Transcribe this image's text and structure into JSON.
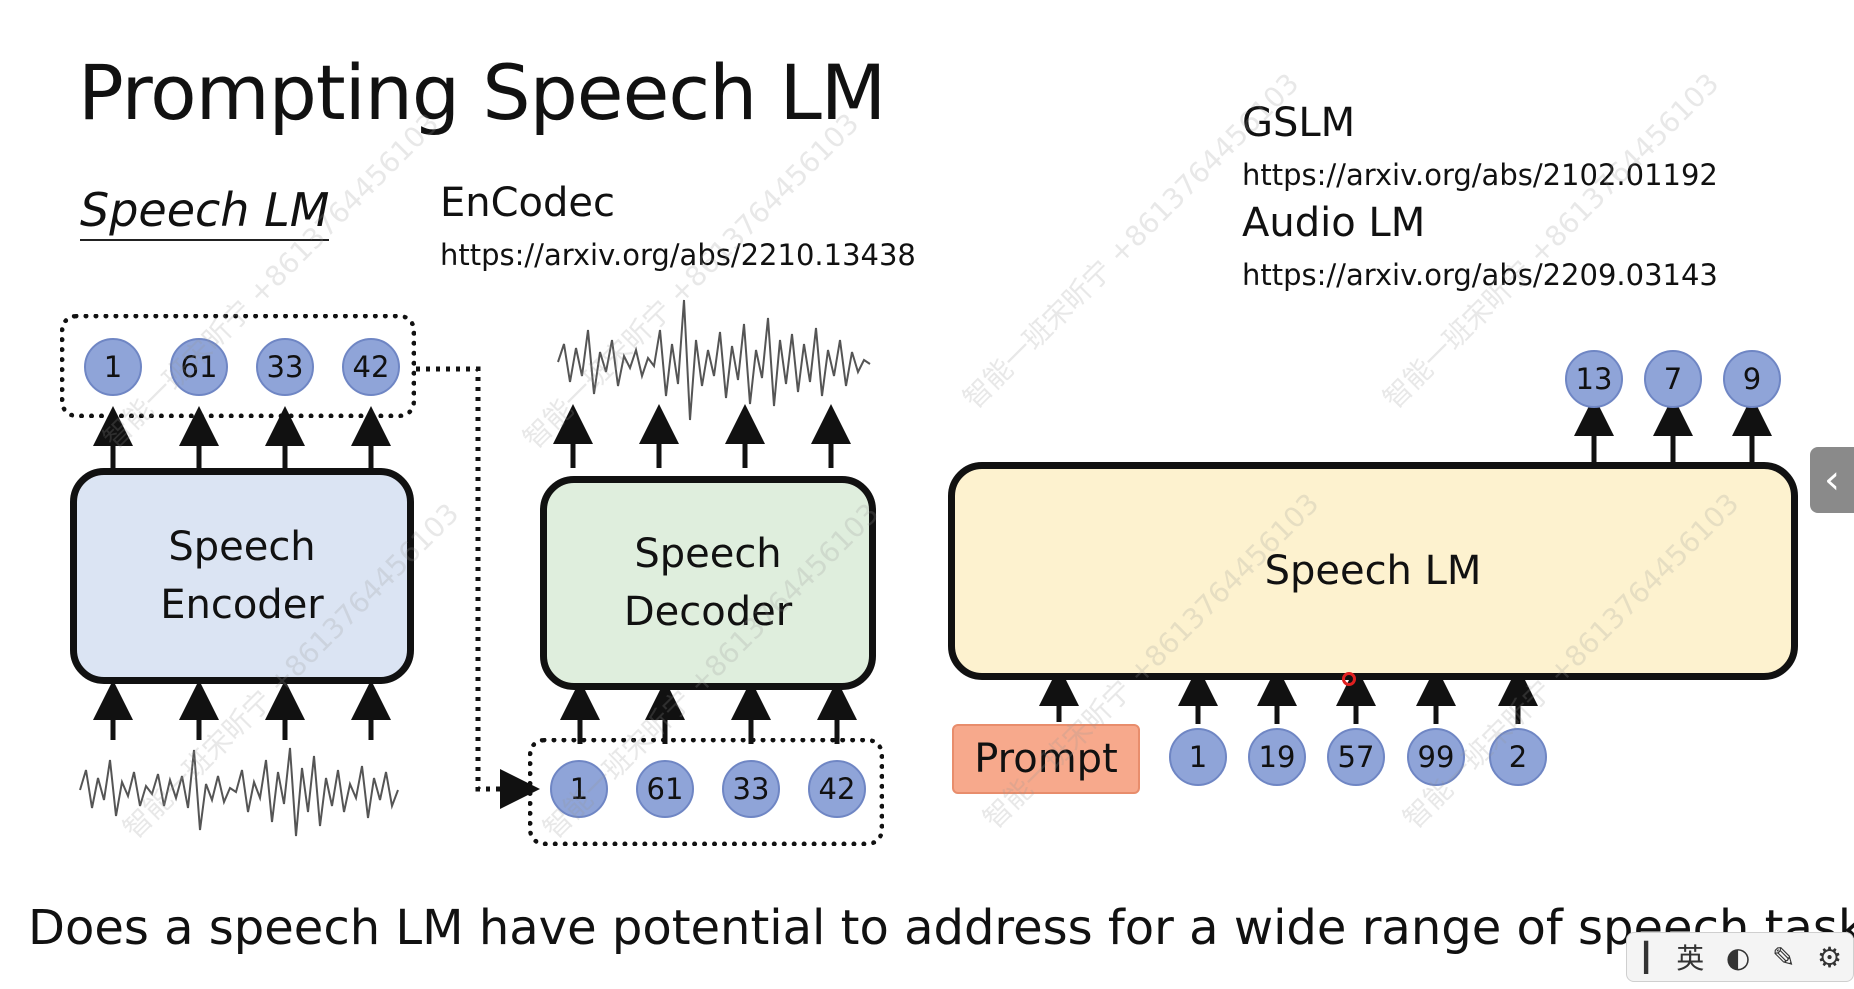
{
  "slide": {
    "title": "Prompting Speech LM",
    "subtitle": "Speech LM",
    "question": "Does a speech LM have potential to address for a wide range of speech tasks?"
  },
  "references": [
    {
      "name": "EnCodec",
      "url": "https://arxiv.org/abs/2210.13438"
    },
    {
      "name": "GSLM",
      "url": "https://arxiv.org/abs/2102.01192"
    },
    {
      "name": "Audio LM",
      "url": "https://arxiv.org/abs/2209.03143"
    }
  ],
  "encoder": {
    "label_line1": "Speech",
    "label_line2": "Encoder",
    "output_tokens": [
      "1",
      "61",
      "33",
      "42"
    ],
    "color": "#dbe4f3"
  },
  "decoder": {
    "label_line1": "Speech",
    "label_line2": "Decoder",
    "input_tokens": [
      "1",
      "61",
      "33",
      "42"
    ],
    "color": "#dfeedd"
  },
  "speech_lm": {
    "label": "Speech LM",
    "prompt_label": "Prompt",
    "input_tokens": [
      "1",
      "19",
      "57",
      "99",
      "2"
    ],
    "output_tokens": [
      "13",
      "7",
      "9"
    ],
    "color": "#fdf2cf"
  },
  "watermark_text": "智能一班宋昕宁 +8613764456103",
  "ime_toolbar": {
    "lang": "英"
  },
  "icons": [
    "chevron-left-icon",
    "waveform-icon",
    "settings-icon",
    "half-square-icon",
    "clipboard-icon"
  ]
}
